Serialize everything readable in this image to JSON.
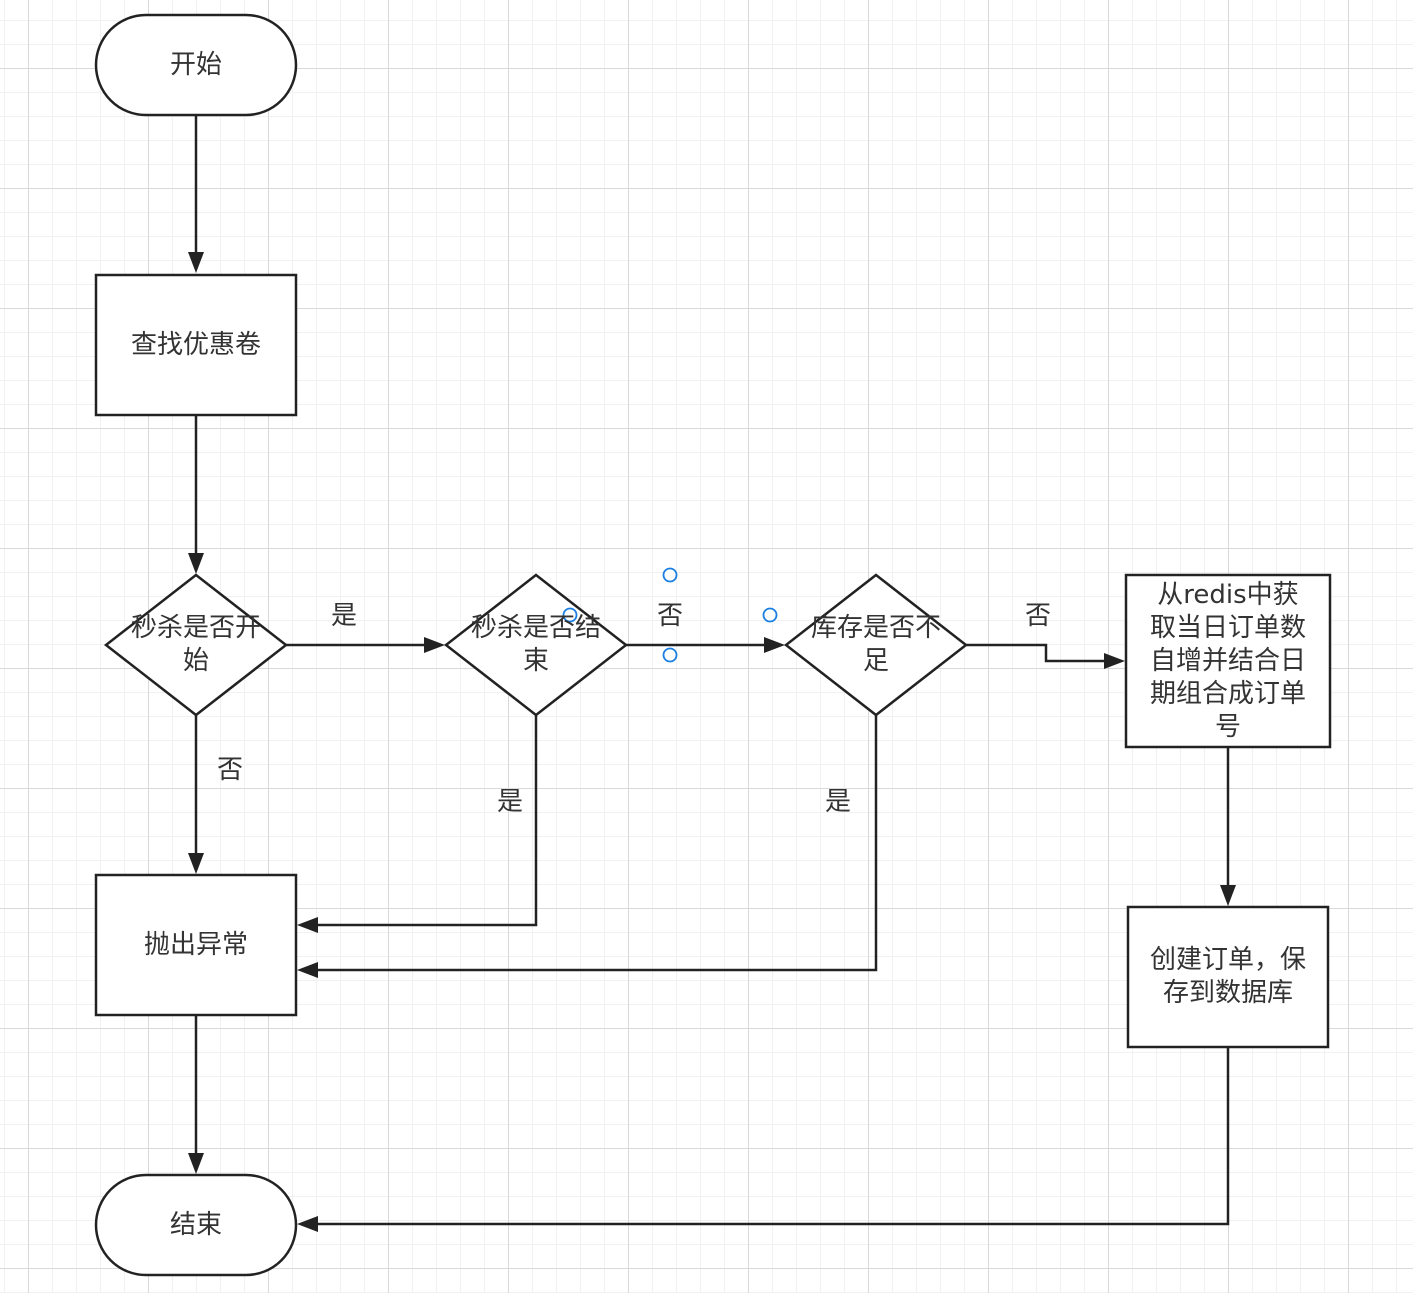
{
  "nodes": {
    "start": "开始",
    "find_coupon": "查找优惠卷",
    "check_started": "秒杀是否开始",
    "check_ended": "秒杀是否结束",
    "check_stock": "库存是否不足",
    "gen_order_no": "从redis中获取当日订单数自增并结合日期组合成订单号",
    "create_order": "创建订单，保存到数据库",
    "throw_exception": "抛出异常",
    "end": "结束"
  },
  "edges": {
    "started_yes": "是",
    "started_no": "否",
    "ended_no": "否",
    "ended_yes": "是",
    "stock_no": "否",
    "stock_yes": "是"
  },
  "colors": {
    "stroke": "#222222",
    "selection_handle": "#1a7fe0",
    "grid_major": "#d9d9d9",
    "grid_minor": "#f1f1f1"
  }
}
